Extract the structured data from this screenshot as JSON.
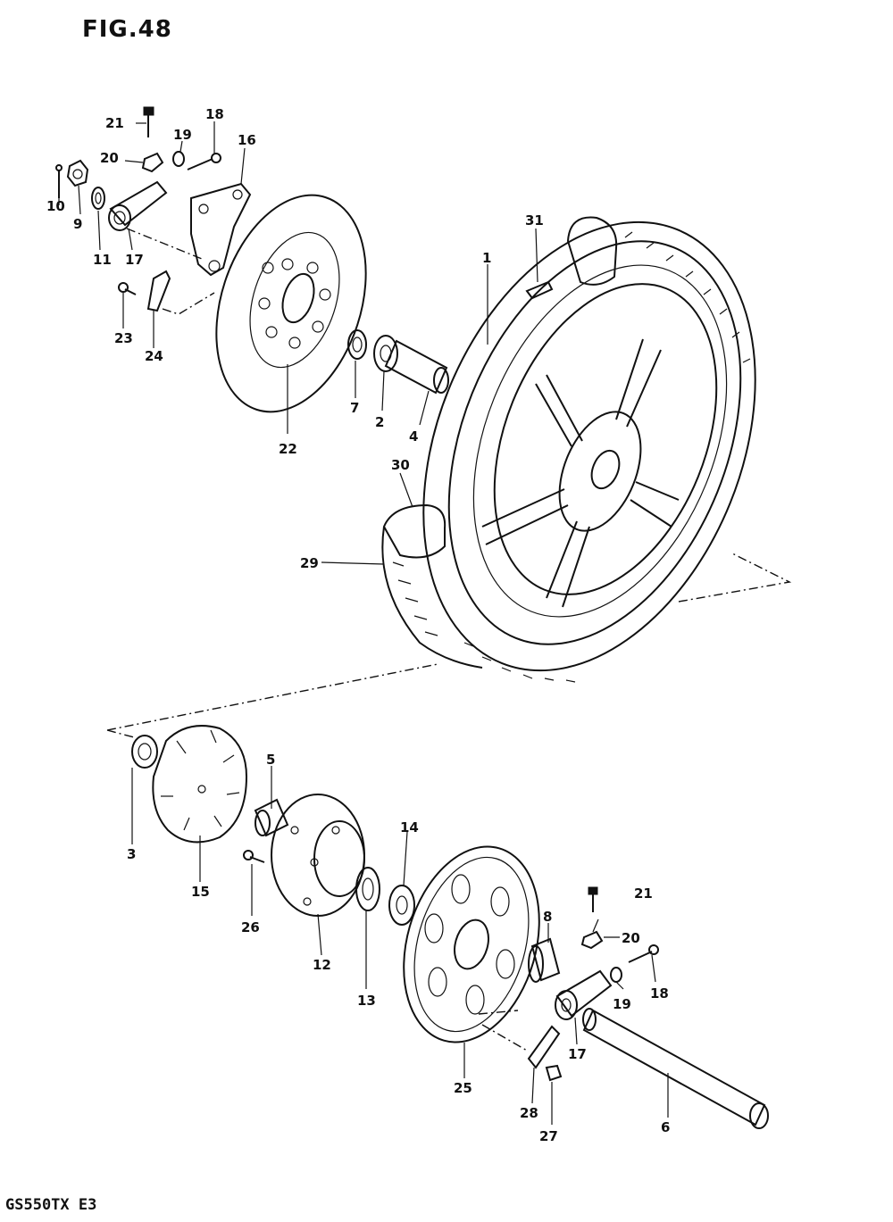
{
  "figure": {
    "title": "FIG.48",
    "model": "GS550TX  E3"
  },
  "callouts": [
    {
      "id": "c21a",
      "text": "21"
    },
    {
      "id": "c18a",
      "text": "18"
    },
    {
      "id": "c19a",
      "text": "19"
    },
    {
      "id": "c16",
      "text": "16"
    },
    {
      "id": "c20a",
      "text": "20"
    },
    {
      "id": "c10",
      "text": "10"
    },
    {
      "id": "c9",
      "text": "9"
    },
    {
      "id": "c11",
      "text": "11"
    },
    {
      "id": "c17a",
      "text": "17"
    },
    {
      "id": "c23",
      "text": "23"
    },
    {
      "id": "c24",
      "text": "24"
    },
    {
      "id": "c22",
      "text": "22"
    },
    {
      "id": "c7",
      "text": "7"
    },
    {
      "id": "c2",
      "text": "2"
    },
    {
      "id": "c4",
      "text": "4"
    },
    {
      "id": "c1",
      "text": "1"
    },
    {
      "id": "c31",
      "text": "31"
    },
    {
      "id": "c30",
      "text": "30"
    },
    {
      "id": "c29",
      "text": "29"
    },
    {
      "id": "c3",
      "text": "3"
    },
    {
      "id": "c15",
      "text": "15"
    },
    {
      "id": "c5",
      "text": "5"
    },
    {
      "id": "c26",
      "text": "26"
    },
    {
      "id": "c12",
      "text": "12"
    },
    {
      "id": "c13",
      "text": "13"
    },
    {
      "id": "c14",
      "text": "14"
    },
    {
      "id": "c25",
      "text": "25"
    },
    {
      "id": "c8",
      "text": "8"
    },
    {
      "id": "c21b",
      "text": "21"
    },
    {
      "id": "c20b",
      "text": "20"
    },
    {
      "id": "c19b",
      "text": "19"
    },
    {
      "id": "c18b",
      "text": "18"
    },
    {
      "id": "c17b",
      "text": "17"
    },
    {
      "id": "c28",
      "text": "28"
    },
    {
      "id": "c27",
      "text": "27"
    },
    {
      "id": "c6",
      "text": "6"
    }
  ]
}
